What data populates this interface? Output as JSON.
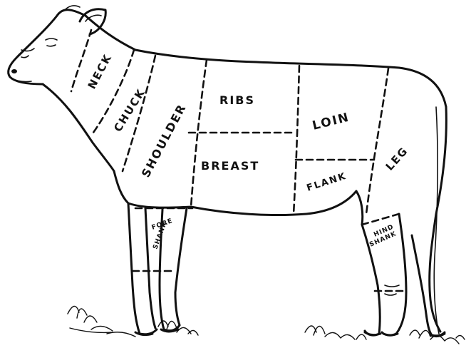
{
  "cuts": {
    "neck": "NECK",
    "chuck": "CHUCK",
    "shoulder": "SHOULDER",
    "ribs": "RIBS",
    "breast": "BREAST",
    "loin": "LOIN",
    "flank": "FLANK",
    "leg": "LEG",
    "fore_shank_1": "FORE",
    "fore_shank_2": "SHANK",
    "hind_shank_1": "HIND",
    "hind_shank_2": "SHANK"
  },
  "colors": {
    "ink": "#111111",
    "paper": "#ffffff"
  }
}
